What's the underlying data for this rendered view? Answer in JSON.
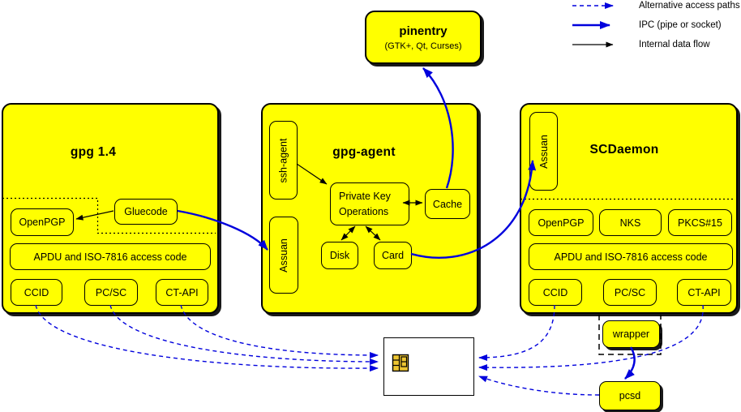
{
  "legend": {
    "alternative": "Alternative access paths",
    "ipc": "IPC (pipe or socket)",
    "internal": "Internal data flow"
  },
  "pinentry": {
    "title": "pinentry",
    "subtitle": "(GTK+, Qt, Curses)"
  },
  "gpg14": {
    "title": "gpg 1.4",
    "openpgp": "OpenPGP",
    "gluecode": "Gluecode",
    "apdu": "APDU and ISO-7816 access code",
    "ccid": "CCID",
    "pcsc": "PC/SC",
    "ctapi": "CT-API"
  },
  "gpg_agent": {
    "title": "gpg-agent",
    "ssh_agent": "ssh-agent",
    "assuan": "Assuan",
    "pko_line1": "Private Key",
    "pko_line2": "Operations",
    "cache": "Cache",
    "disk": "Disk",
    "card": "Card"
  },
  "scdaemon": {
    "title": "SCDaemon",
    "assuan": "Assuan",
    "openpgp": "OpenPGP",
    "nks": "NKS",
    "pkcs15": "PKCS#15",
    "apdu": "APDU and ISO-7816 access code",
    "ccid": "CCID",
    "pcsc": "PC/SC",
    "ctapi": "CT-API",
    "wrapper": "wrapper"
  },
  "pcsd": {
    "label": "pcsd"
  },
  "colors": {
    "box_yellow": "#ffff00",
    "ipc_blue": "#0000dd",
    "line_black": "#000000",
    "chip_gold": "#edc531",
    "card_white": "#ffffff"
  }
}
